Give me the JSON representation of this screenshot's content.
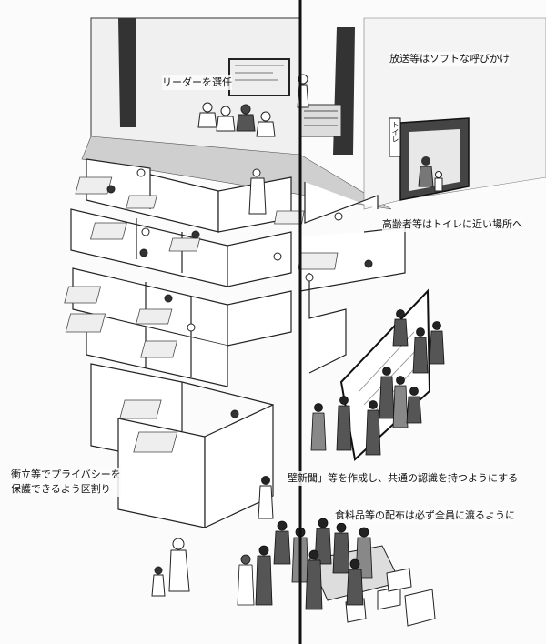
{
  "captions": {
    "leader": "リーダーを選任",
    "broadcast": "放送等はソフトな呼びかけ",
    "elderly": "高齢者等はトイレに近い場所へ",
    "privacy_line1": "衝立等でプライバシーを",
    "privacy_line2": "保護できるよう区割り",
    "newsletter": "壁新聞」等を作成し、共通の認識を持つようにする",
    "food": "食料品等の配布は必ず全員に渡るように"
  },
  "signs": {
    "toilet": "トイレ"
  },
  "colors": {
    "ink": "#1a1a1a",
    "paper": "#fbfbfb",
    "shade": "#9a9a9a",
    "light_shade": "#cfcfcf"
  }
}
